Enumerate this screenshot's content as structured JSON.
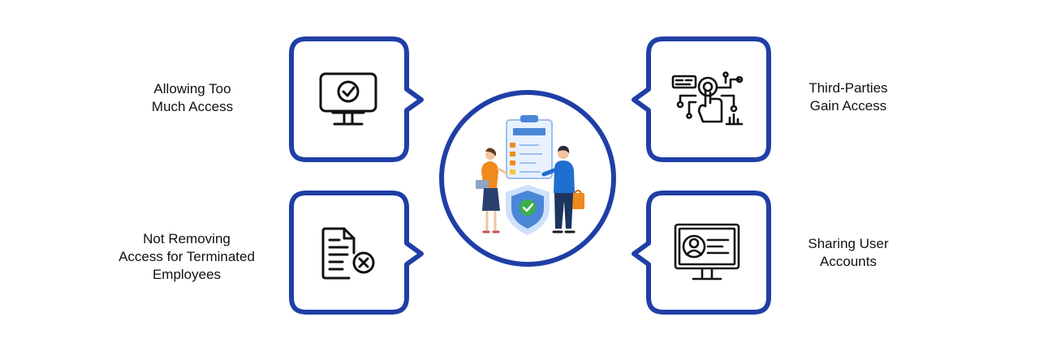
{
  "colors": {
    "frame_blue": "#1f3fa6",
    "icon_black": "#111111",
    "accent_green": "#3cae4a",
    "accent_orange": "#f08a1d",
    "light_blue": "#cfe1fb",
    "background": "#ffffff"
  },
  "risks": [
    {
      "label": "Allowing Too\nMuch Access",
      "icon": "monitor-check-icon"
    },
    {
      "label": "Third-Parties\nGain Access",
      "icon": "touch-circuit-icon"
    },
    {
      "label": "Not Removing\nAccess for Terminated\nEmployees",
      "icon": "document-cancel-icon"
    },
    {
      "label": "Sharing User\nAccounts",
      "icon": "user-profile-monitor-icon"
    }
  ],
  "center": {
    "illustration": "security-compliance-checklist-illustration"
  }
}
